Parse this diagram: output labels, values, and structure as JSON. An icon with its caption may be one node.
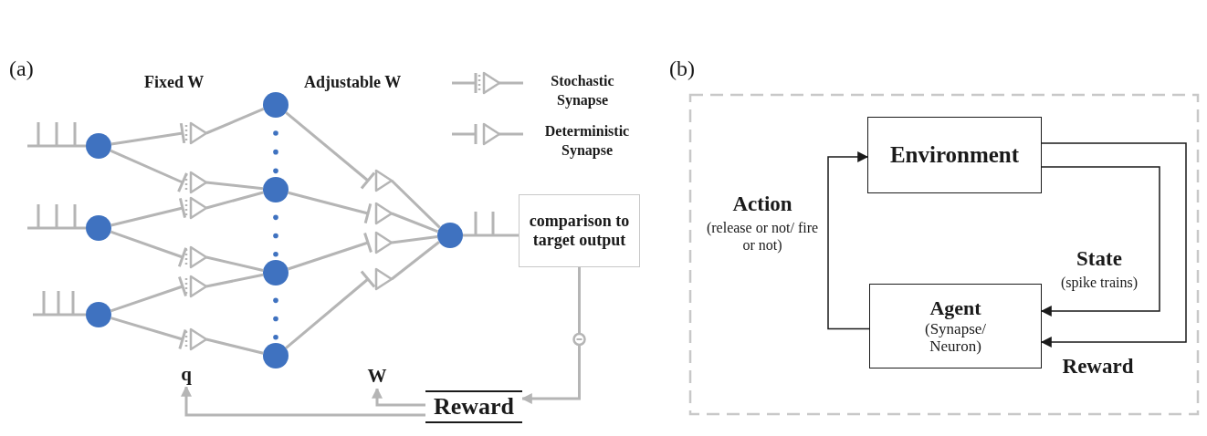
{
  "diagram": {
    "nodes": [
      {
        "text": [],
        "shape": "circle"
      },
      {
        "text": [],
        "shape": "circle"
      },
      {
        "text": [],
        "shape": "circle"
      },
      {
        "text": [],
        "shape": "triangle"
      },
      {
        "text": [],
        "shape": "triangle"
      },
      {
        "text": [],
        "shape": "triangle"
      },
      {
        "text": [],
        "shape": "triangle"
      },
      {
        "text": [],
        "shape": "triangle"
      },
      {
        "text": [],
        "shape": "triangle"
      },
      {
        "text": [],
        "shape": "circle"
      },
      {
        "text": [],
        "shape": "circle"
      },
      {
        "text": [],
        "shape": "circle"
      },
      {
        "text": [],
        "shape": "circle"
      },
      {
        "text": [],
        "shape": "triangle"
      },
      {
        "text": [],
        "shape": "triangle"
      },
      {
        "text": [],
        "shape": "triangle"
      },
      {
        "text": [],
        "shape": "triangle"
      },
      {
        "text": [],
        "shape": "circle"
      },
      {
        "text": [
          "comparison to target output"
        ]
      },
      {
        "text": [
          "q"
        ]
      },
      {
        "text": [
          "W"
        ]
      },
      {
        "text": [
          "Reward"
        ]
      },
      {
        "text": [
          "Environment"
        ]
      },
      {
        "text": [
          "Agent",
          "(Synapse/ Neuron)"
        ]
      }
    ],
    "edges": [
      {
        "from": 0,
        "to": 3,
        "arrow": "other"
      },
      {
        "from": 3,
        "to": 9,
        "arrow": "none"
      },
      {
        "from": 0,
        "to": 4,
        "arrow": "other"
      },
      {
        "from": 4,
        "to": 10,
        "arrow": "none"
      },
      {
        "from": 1,
        "to": 5,
        "arrow": "other"
      },
      {
        "from": 5,
        "to": 10,
        "arrow": "none"
      },
      {
        "from": 1,
        "to": 6,
        "arrow": "other"
      },
      {
        "from": 6,
        "to": 11,
        "arrow": "none"
      },
      {
        "from": 2,
        "to": 7,
        "arrow": "other"
      },
      {
        "from": 7,
        "to": 11,
        "arrow": "none"
      },
      {
        "from": 2,
        "to": 8,
        "arrow": "other"
      },
      {
        "from": 8,
        "to": 12,
        "arrow": "none"
      },
      {
        "from": 9,
        "to": 13,
        "arrow": "other"
      },
      {
        "from": 13,
        "to": 17,
        "arrow": "none"
      },
      {
        "from": 10,
        "to": 14,
        "arrow": "other"
      },
      {
        "from": 14,
        "to": 17,
        "arrow": "none"
      },
      {
        "from": 11,
        "to": 15,
        "arrow": "other"
      },
      {
        "from": 15,
        "to": 17,
        "arrow": "none"
      },
      {
        "from": 12,
        "to": 16,
        "arrow": "other"
      },
      {
        "from": 16,
        "to": 17,
        "arrow": "none"
      },
      {
        "from": 17,
        "to": 18,
        "arrow": "none"
      },
      {
        "from": 18,
        "to": 21,
        "arrow": "to"
      },
      {
        "from": 21,
        "to": 19,
        "arrow": "to"
      },
      {
        "from": 21,
        "to": 20,
        "arrow": "to"
      },
      {
        "from": 23,
        "to": 22,
        "arrow": "to",
        "label": "**Action** (release or not/ fire or not)",
        "color": "#1a1a1a"
      },
      {
        "from": 22,
        "to": 23,
        "arrow": "to",
        "label": "**State** (spike trains)",
        "color": "#1a1a1a"
      },
      {
        "from": 22,
        "to": 23,
        "arrow": "to",
        "label": "**Reward**",
        "color": "#1a1a1a"
      }
    ],
    "labels": [
      "(a)",
      "Fixed W",
      "Adjustable W",
      "(b)"
    ],
    "legend": [
      {
        "text": "Stochastic Synapse"
      },
      {
        "text": "Deterministic Synapse"
      }
    ]
  }
}
